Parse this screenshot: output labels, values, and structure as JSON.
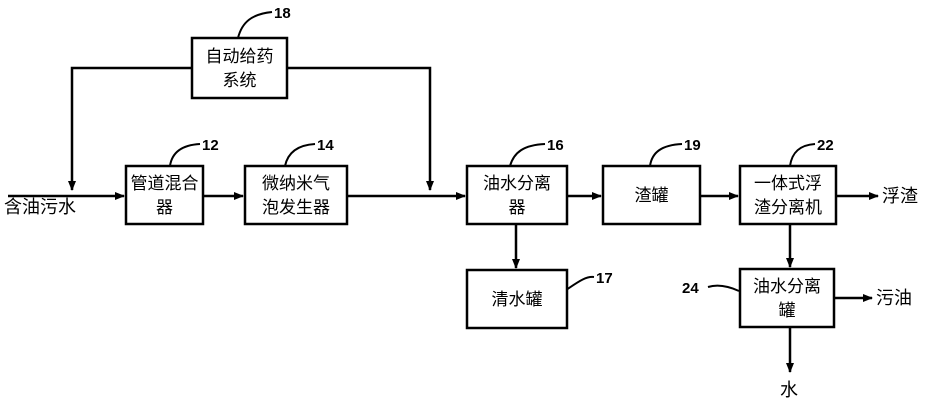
{
  "boxes": {
    "dosing": {
      "line1": "自动给药",
      "line2": "系统",
      "ref": "18"
    },
    "mixer": {
      "line1": "管道混合",
      "line2": "器",
      "ref": "12"
    },
    "bubble": {
      "line1": "微纳米气",
      "line2": "泡发生器",
      "ref": "14"
    },
    "separator": {
      "line1": "油水分离",
      "line2": "器",
      "ref": "16"
    },
    "slag_tank": {
      "line1": "渣罐",
      "ref": "19"
    },
    "flotation": {
      "line1": "一体式浮",
      "line2": "渣分离机",
      "ref": "22"
    },
    "clean_tank": {
      "line1": "清水罐",
      "ref": "17"
    },
    "oil_water_tank": {
      "line1": "油水分离",
      "line2": "罐",
      "ref": "24"
    }
  },
  "streams": {
    "inlet": "含油污水",
    "scum": "浮渣",
    "waste_oil": "污油",
    "water": "水"
  }
}
